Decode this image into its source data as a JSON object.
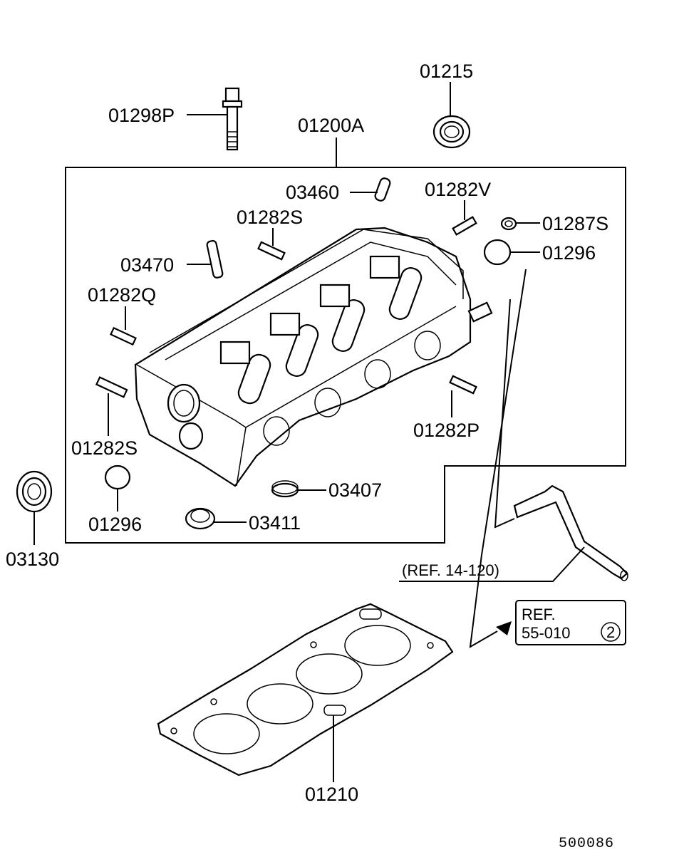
{
  "labels": {
    "bolt": "01298P",
    "seal_top": "01215",
    "head_assy": "01200A",
    "pin_03460": "03460",
    "stud_01282V": "01282V",
    "plug_01287S": "01287S",
    "cap_right": "01296",
    "stud_01282S_top": "01282S",
    "pin_03470": "03470",
    "stud_01282Q": "01282Q",
    "stud_01282S_left": "01282S",
    "stud_01282P": "01282P",
    "ring_03407": "03407",
    "ring_03411": "03411",
    "cap_left": "01296",
    "seal_03130": "03130",
    "gasket": "01210"
  },
  "references": {
    "ref_14_120": "(REF. 14-120)",
    "ref_55_line1": "REF.",
    "ref_55_line2": "55-010",
    "ref_55_circle": "2"
  },
  "diagram_code": "500086"
}
